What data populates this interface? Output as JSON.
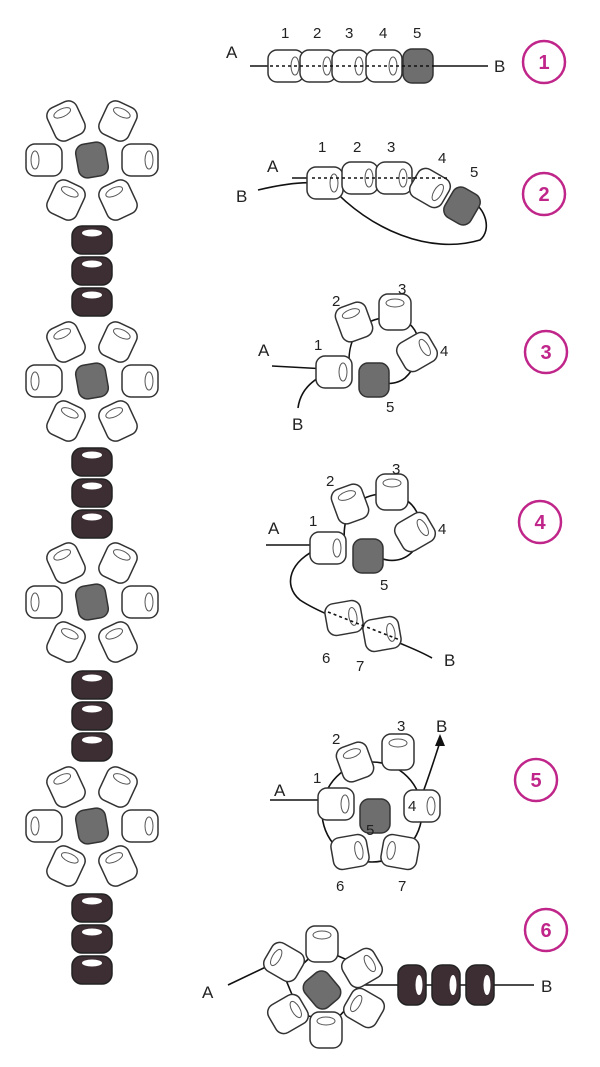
{
  "colors": {
    "background": "#ffffff",
    "bead_white": "#ffffff",
    "bead_outline": "#333333",
    "bead_center_gray": "#6e6e6e",
    "bead_dark": "#3d2e34",
    "thread": "#111111",
    "step_circle": "#c0268a"
  },
  "thread_ends": {
    "a": "A",
    "b": "B"
  },
  "bead_numbers": [
    "1",
    "2",
    "3",
    "4",
    "5",
    "6",
    "7"
  ],
  "steps": [
    {
      "label": "1"
    },
    {
      "label": "2"
    },
    {
      "label": "3"
    },
    {
      "label": "4"
    },
    {
      "label": "5"
    },
    {
      "label": "6"
    }
  ],
  "chain": {
    "flower_count": 4,
    "dark_beads_between": 3
  }
}
